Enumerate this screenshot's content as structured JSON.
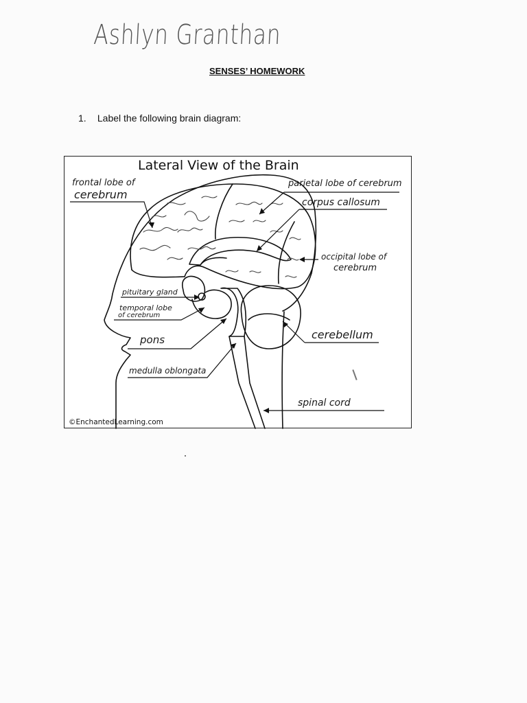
{
  "student_name": "Ashlyn Granthan",
  "title": "SENSES’ HOMEWORK",
  "question": {
    "number": "1.",
    "text": "Label the following brain diagram:"
  },
  "diagram": {
    "title": "Lateral View of the Brain",
    "credit": "©EnchantedLearning.com",
    "labels": {
      "frontal_line1": "frontal lobe of",
      "frontal_line2": "cerebrum",
      "parietal": "parietal lobe of cerebrum",
      "corpus": "corpus callosum",
      "occipital_line1": "occipital lobe of",
      "occipital_line2": "cerebrum",
      "pituitary": "pituitary gland",
      "temporal_line1": "temporal lobe",
      "temporal_line2": "of cerebrum",
      "pons": "pons",
      "medulla": "medulla oblongata",
      "cerebellum": "cerebellum",
      "spinal": "spinal cord"
    }
  }
}
